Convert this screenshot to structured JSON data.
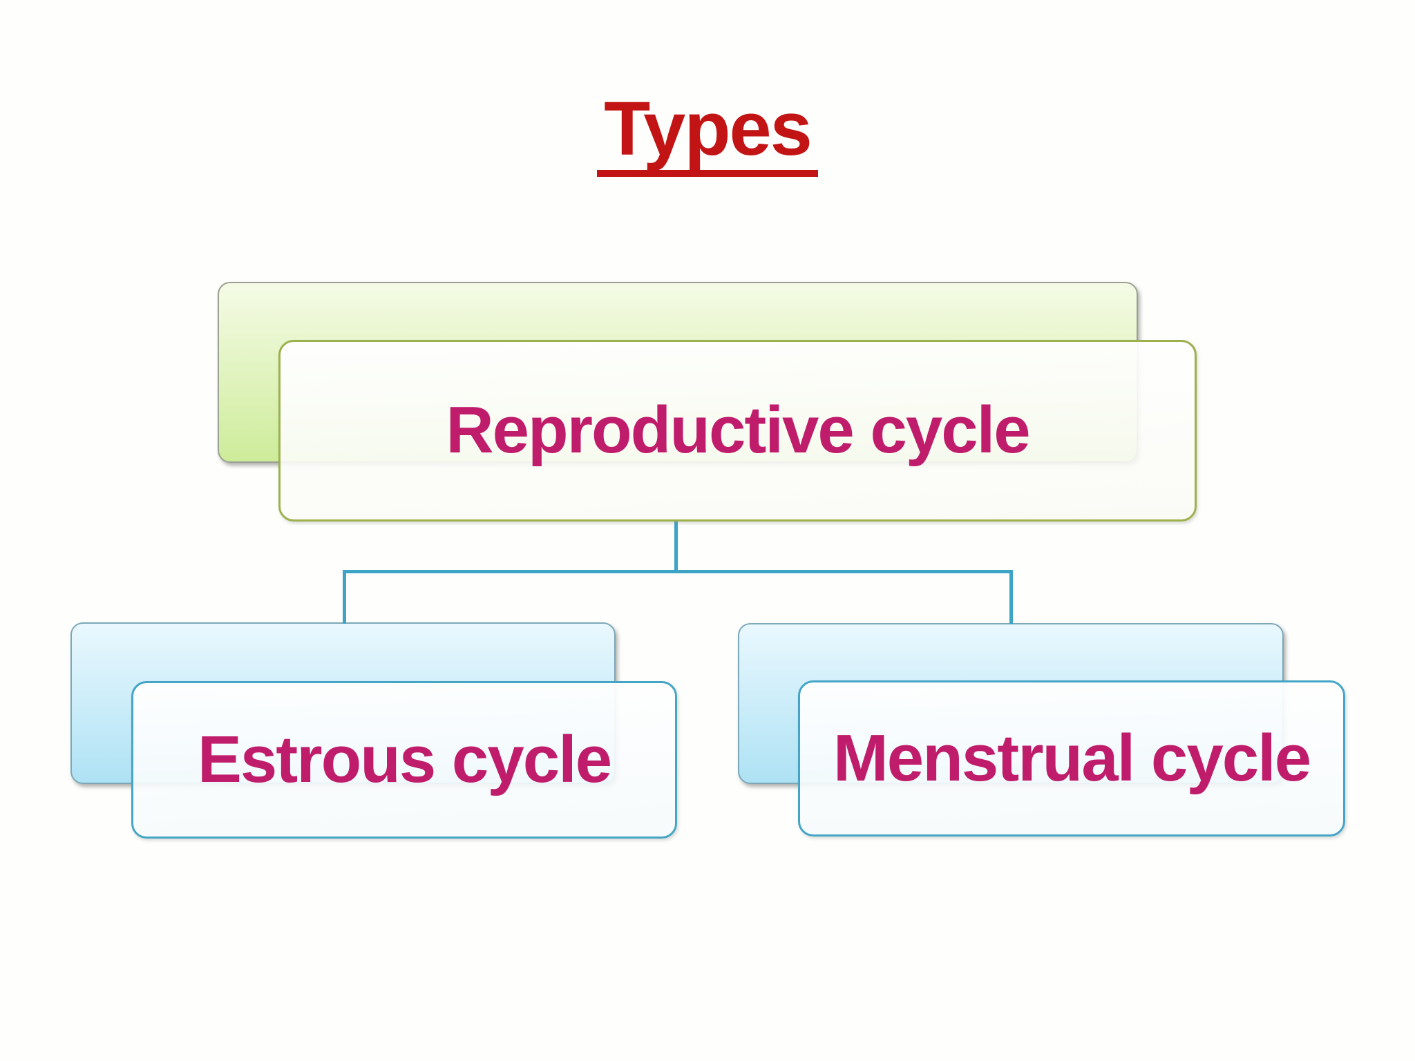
{
  "title": {
    "text": "Types"
  },
  "diagram": {
    "root": {
      "label": "Reproductive cycle"
    },
    "children": [
      {
        "label": "Estrous cycle"
      },
      {
        "label": "Menstrual cycle"
      }
    ]
  },
  "theme": {
    "title-color": "#C21414",
    "node-text-color": "#BF1D6B",
    "connector-color": "#3EA4C6",
    "root-border-color": "#9CB04D",
    "root-back-top": "#F5FBE6",
    "root-back-bottom": "#CDEC9A",
    "root-back-border": "#9AA091",
    "child-border-color": "#45A5C6",
    "child-back-top": "#EAF8FE",
    "child-back-bottom": "#AEE2F4",
    "child-back-border": "#7CA8B8"
  }
}
